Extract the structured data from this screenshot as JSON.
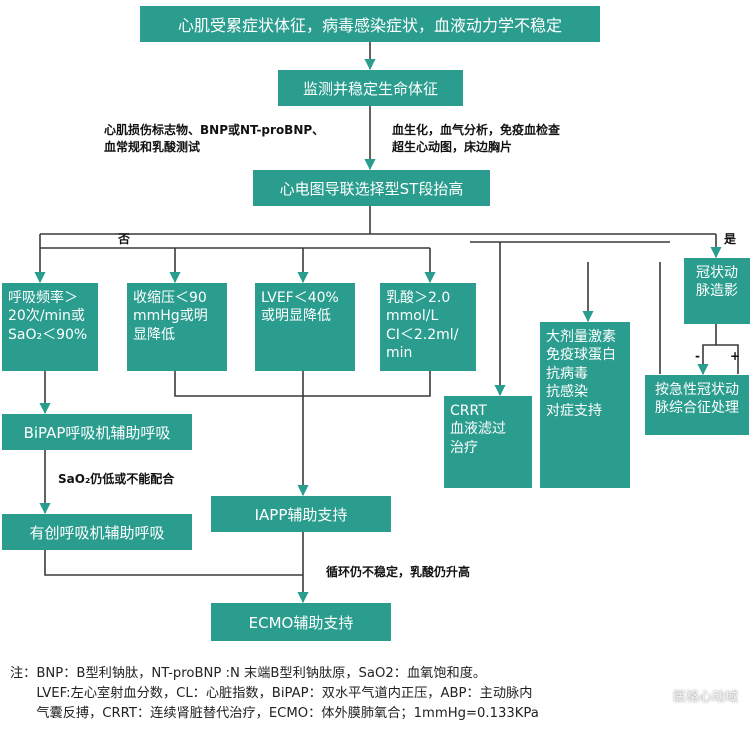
{
  "nodes": {
    "top": "心肌受累症状体征，病毒感染症状，血液动力学不稳定",
    "monitor": "监测并稳定生命体征",
    "ecg": "心电图导联选择型ST段抬高",
    "resp": "呼吸频率＞\n20次/min或\nSaO₂＜90%",
    "sbp": "收缩压＜90\nmmHg或明\n显降低",
    "lvef": "LVEF＜40%\n或明显降低",
    "lactate": "乳酸＞2.0\nmmol/L\nCI＜2.2ml/\nmin",
    "coronary": "冠状动\n脉造影",
    "drugs": "大剂量激素\n免疫球蛋白\n抗病毒\n抗感染\n对症支持",
    "crrt": "CRRT\n血液滤过\n治疗",
    "acs": "按急性冠状动\n脉综合征处理",
    "bipap": "BiPAP呼吸机辅助呼吸",
    "invasive": "有创呼吸机辅助呼吸",
    "iapp": "IAPP辅助支持",
    "ecmo": "ECMO辅助支持"
  },
  "labels": {
    "left_tests": "心肌损伤标志物、BNP或NT-proBNP、\n血常规和乳酸测试",
    "right_tests": "血生化，血气分析，免疫血检查\n超生心动图，床边胸片",
    "no": "否",
    "yes": "是",
    "minus": "-",
    "plus": "+",
    "sao2": "SaO₂仍低或不能配合",
    "circulation": "循环仍不稳定，乳酸仍升高"
  },
  "footnote": "注：BNP：B型利钠肽，NT-proBNP :N 末端B型利钠肽原，SaO2：血氧饱和度。\n　　LVEF:左心室射血分数，CL：心脏指数，BiPAP：双水平气道内正压，ABP：主动脉内\n　　气囊反搏，CRRT：连续肾脏替代治疗，ECMO：体外膜肺氧合；1mmHg=0.133KPa",
  "watermark": "医格心动域",
  "colors": {
    "node_fill": "#2a9d8f",
    "node_text": "#ffffff",
    "connector": "#3a3a3a"
  }
}
